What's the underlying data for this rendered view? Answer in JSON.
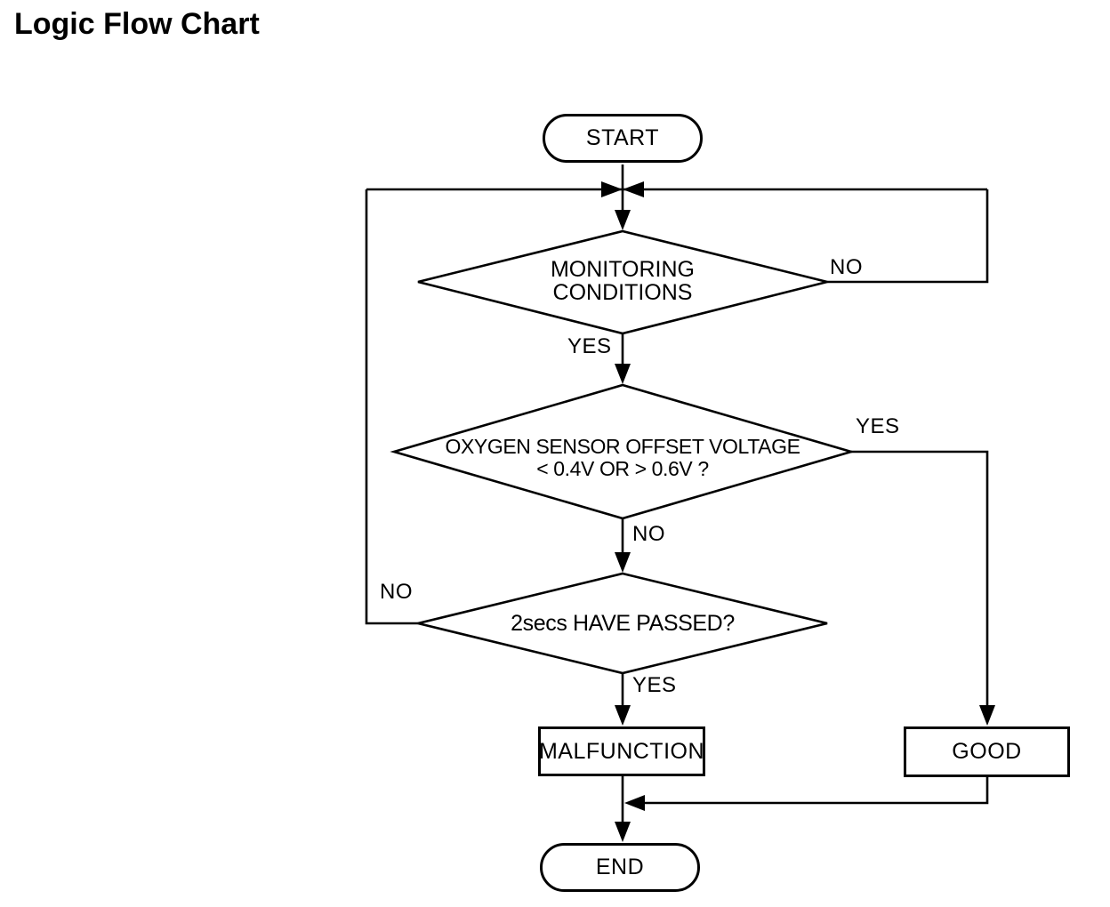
{
  "title": "Logic Flow Chart",
  "colors": {
    "ink": "#000000",
    "background": "#ffffff"
  },
  "flowchart": {
    "start": {
      "label": "START"
    },
    "decision_monitoring": {
      "line1": "MONITORING",
      "line2": "CONDITIONS",
      "no_label": "NO",
      "yes_label": "YES"
    },
    "decision_oxygen": {
      "line1": "OXYGEN SENSOR OFFSET VOLTAGE",
      "line2": "< 0.4V OR > 0.6V ?",
      "yes_label": "YES",
      "no_label": "NO"
    },
    "decision_2secs": {
      "label": "2secs HAVE PASSED?",
      "no_label": "NO",
      "yes_label": "YES"
    },
    "malfunction": {
      "label": "MALFUNCTION"
    },
    "good": {
      "label": "GOOD"
    },
    "end": {
      "label": "END"
    }
  }
}
